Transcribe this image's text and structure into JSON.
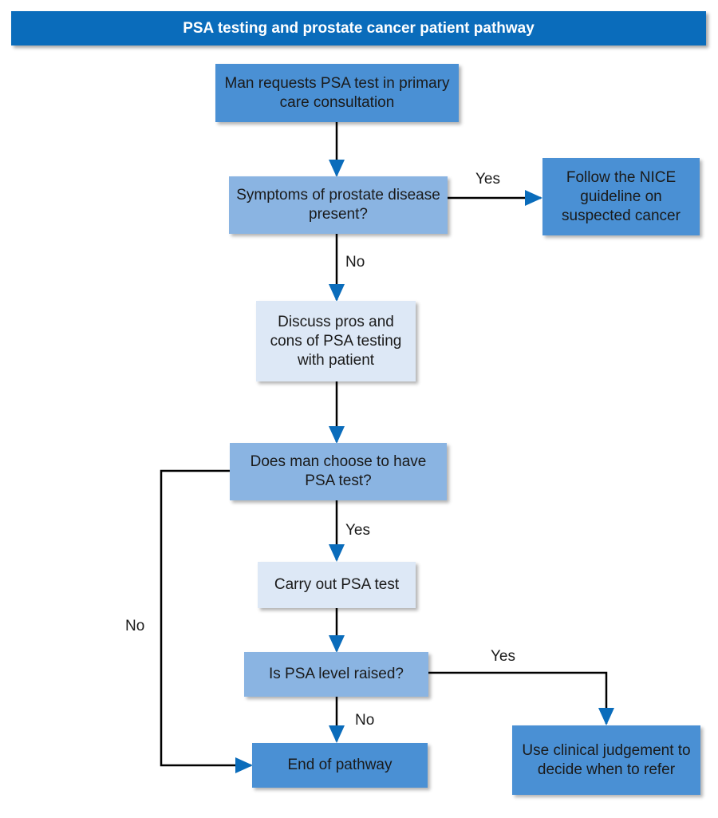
{
  "title": "PSA testing and prostate cancer patient pathway",
  "nodes": {
    "request": "Man requests PSA test in primary care consultation",
    "symptoms": "Symptoms of prostate disease present?",
    "nice": "Follow the NICE guideline on suspected cancer",
    "discuss": "Discuss pros and cons of PSA testing with patient",
    "choose": "Does man choose to have PSA test?",
    "carry_out": "Carry out PSA test",
    "raised": "Is PSA level raised?",
    "end": "End of pathway",
    "judgement": "Use clinical judgement to decide when to refer"
  },
  "edges": {
    "symptoms_yes": "Yes",
    "symptoms_no": "No",
    "choose_yes": "Yes",
    "choose_no": "No",
    "raised_yes": "Yes",
    "raised_no": "No"
  },
  "colors": {
    "title_bar": "#0a6cbb",
    "box_dark": "#4a90d4",
    "box_mid": "#8ab4e2",
    "box_light": "#dde8f6",
    "arrow": "#0a6cbb",
    "line": "#000000"
  }
}
